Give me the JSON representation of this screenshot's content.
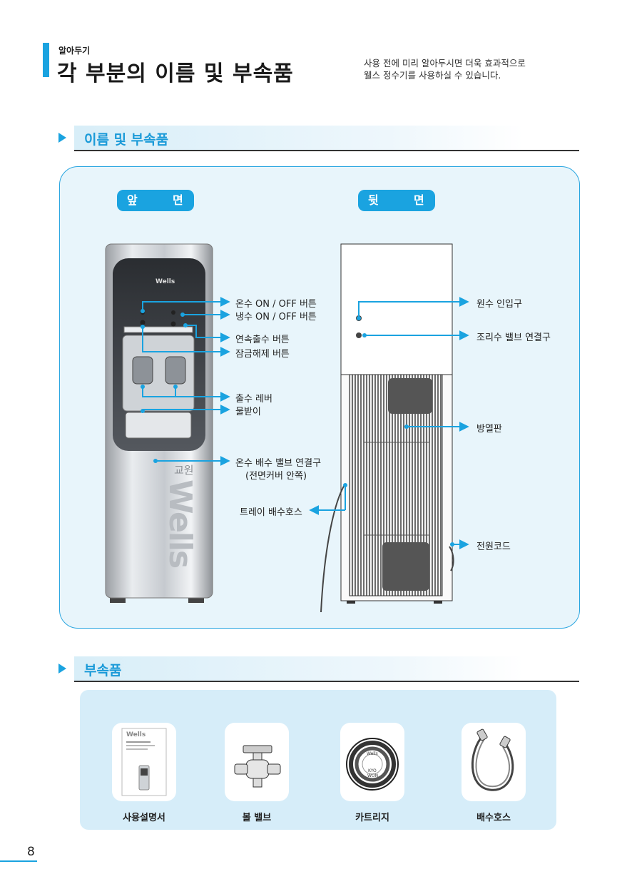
{
  "header": {
    "kicker": "알아두기",
    "title": "각 부분의 이름 및 부속품",
    "intro_line1": "사용 전에 미리 알아두시면 더욱 효과적으로",
    "intro_line2": "웰스 정수기를 사용하실 수 있습니다."
  },
  "section1": {
    "title": "이름 및 부속품",
    "front_label_1": "앞",
    "front_label_2": "면",
    "back_label_1": "뒷",
    "back_label_2": "면"
  },
  "front": {
    "brand_top": "Wells",
    "brand_vertical": "Wells",
    "brand_korean": "교원",
    "labels": [
      "온수 ON / OFF 버튼",
      "냉수 ON / OFF 버튼",
      "연속출수 버튼",
      "잠금해제 버튼",
      "출수 레버",
      "물받이",
      "온수 배수 밸브 연결구",
      "(전면커버 안쪽)"
    ]
  },
  "back": {
    "labels": [
      "원수 인입구",
      "조리수 밸브 연결구",
      "방열판",
      "트레이 배수호스",
      "전원코드"
    ]
  },
  "section2": {
    "title": "부속품",
    "items": [
      "사용설명서",
      "볼 밸브",
      "카트리지",
      "배수호스"
    ],
    "manual_brand": "Wells",
    "cartridge_text_1": "Wells",
    "cartridge_text_2": "KYO",
    "cartridge_text_3": "WON"
  },
  "page": {
    "number": "8"
  },
  "colors": {
    "accent": "#1aa3e0",
    "panel": "#e8f5fb",
    "accessory_box": "#d6edf9"
  }
}
